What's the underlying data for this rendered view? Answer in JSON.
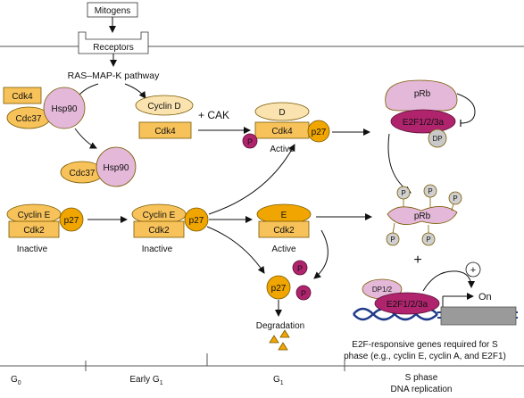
{
  "colors": {
    "orange": "#F7C25A",
    "light_orange": "#FBE3B0",
    "pink": "#E3B8D8",
    "magenta": "#B0246E",
    "gray": "#C9C9C9",
    "phospho_gray": "#D0D0D0"
  },
  "top": {
    "mitogens": "Mitogens",
    "receptors": "Receptors",
    "pathway": "RAS–MAP-K pathway"
  },
  "cdk4_block": {
    "cdk4": "Cdk4",
    "cdc37": "Cdc37",
    "hsp90": "Hsp90",
    "cyclin_d": "Cyclin D",
    "cdk4_free": "Cdk4",
    "cdc37_free": "Cdc37",
    "hsp90_free": "Hsp90",
    "cak": "+ CAK",
    "active_d": "D",
    "active_cdk4": "Cdk4",
    "p27": "p27",
    "phospho": "P",
    "active_label": "Active"
  },
  "cdk2_block": {
    "cyclin_e1": "Cyclin E",
    "cdk2_1": "Cdk2",
    "p27_1": "p27",
    "inactive1": "Inactive",
    "cyclin_e2": "Cyclin E",
    "cdk2_2": "Cdk2",
    "p27_2": "p27",
    "inactive2": "Inactive",
    "e": "E",
    "cdk2_3": "Cdk2",
    "active_label": "Active"
  },
  "degradation": {
    "p27": "p27",
    "p_top": "P",
    "p_bottom": "P",
    "label": "Degradation"
  },
  "rb": {
    "prb_top": "pRb",
    "e2f_top": "E2F1/2/3a",
    "dp_top": "DP",
    "prb_phospho": "pRb",
    "p": "P",
    "plus": "+",
    "dp12": "DP1/2",
    "e2f_bottom": "E2F1/2/3a",
    "circle_plus": "+",
    "on": "On",
    "genes_line1": "E2F-responsive genes required for S",
    "genes_line2": "phase (e.g., cyclin E, cyclin A, and E2F1)"
  },
  "timeline": {
    "g0": "G",
    "g0_sub": "0",
    "early_g1": "Early G",
    "early_g1_sub": "1",
    "g1": "G",
    "g1_sub": "1",
    "s_phase": "S phase",
    "dna": "DNA replication"
  }
}
